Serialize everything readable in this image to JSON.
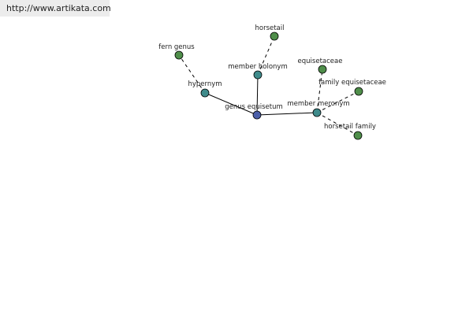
{
  "header": {
    "site_link": "http://www.artikata.com"
  },
  "colors": {
    "center_node": "#4a5ea8",
    "relation_node": "#3f8b8b",
    "leaf_node": "#4f8e4a",
    "edge": "#000000",
    "banner_bg": "#ececec"
  },
  "graph": {
    "nodes": [
      {
        "id": "genus-equisetum",
        "label": "genus equisetum",
        "kind": "center"
      },
      {
        "id": "hypernym",
        "label": "hypernym",
        "kind": "relation"
      },
      {
        "id": "member-holonym",
        "label": "member holonym",
        "kind": "relation"
      },
      {
        "id": "member-meronym",
        "label": "member meronym",
        "kind": "relation"
      },
      {
        "id": "fern-genus",
        "label": "fern genus",
        "kind": "leaf"
      },
      {
        "id": "horsetail",
        "label": "horsetail",
        "kind": "leaf"
      },
      {
        "id": "equisetaceae",
        "label": "equisetaceae",
        "kind": "leaf"
      },
      {
        "id": "family-equisetaceae",
        "label": "family equisetaceae",
        "kind": "leaf"
      },
      {
        "id": "horsetail-family",
        "label": "horsetail family",
        "kind": "leaf"
      }
    ],
    "edges": [
      {
        "from": "genus-equisetum",
        "to": "hypernym",
        "style": "solid"
      },
      {
        "from": "genus-equisetum",
        "to": "member-holonym",
        "style": "solid"
      },
      {
        "from": "genus-equisetum",
        "to": "member-meronym",
        "style": "solid"
      },
      {
        "from": "hypernym",
        "to": "fern-genus",
        "style": "dashed"
      },
      {
        "from": "member-holonym",
        "to": "horsetail",
        "style": "dashed"
      },
      {
        "from": "member-meronym",
        "to": "equisetaceae",
        "style": "dashed"
      },
      {
        "from": "member-meronym",
        "to": "family-equisetaceae",
        "style": "dashed"
      },
      {
        "from": "member-meronym",
        "to": "horsetail-family",
        "style": "dashed"
      }
    ]
  }
}
